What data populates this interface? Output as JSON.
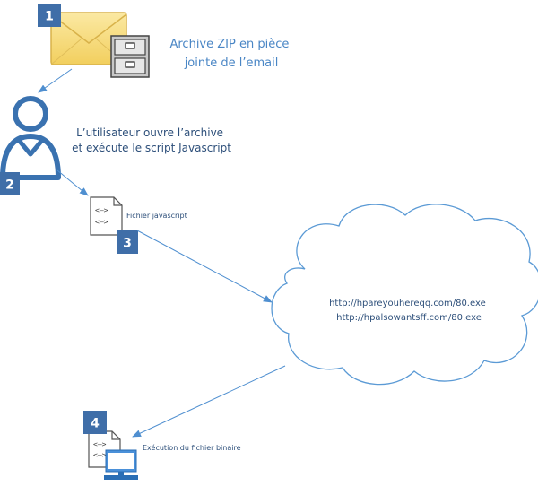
{
  "colors": {
    "badge": "#3f6ea8",
    "arrow": "#4f8fd0",
    "label_blue": "#4a86c5",
    "user": "#3a72b0",
    "envelope": "#f7db7f",
    "cloud_stroke": "#5b9ad5"
  },
  "icons": [
    "envelope-icon",
    "cabinet-icon",
    "user-icon",
    "script-file-icon",
    "cloud-icon",
    "computer-icon"
  ],
  "steps": [
    {
      "number": "1",
      "label": [
        "Archive ZIP en pièce",
        "jointe de l’email"
      ]
    },
    {
      "number": "2",
      "label": [
        "L’utilisateur ouvre l’archive",
        "et exécute le script Javascript"
      ]
    },
    {
      "number": "3",
      "label": [
        "Fichier javascript"
      ]
    },
    {
      "number": "4",
      "label": [
        "Exécution du fichier binaire"
      ]
    }
  ],
  "cloud": {
    "urls": [
      "http://hpareyouhereqq.com/80.exe",
      "http://hpalsowantsff.com/80.exe"
    ]
  }
}
